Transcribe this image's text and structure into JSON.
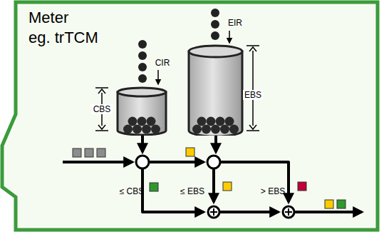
{
  "diagram": {
    "nodes": [
      {
        "text": [
          "Meter",
          "eg. trTCM"
        ]
      },
      {
        "text": [
          "CBS"
        ],
        "in": 0
      },
      {
        "text": [
          "EBS"
        ],
        "in": 0
      }
    ],
    "labels": [
      "CIR",
      "EIR",
      "≤ CBS",
      "≤ EBS",
      "> EBS"
    ]
  }
}
